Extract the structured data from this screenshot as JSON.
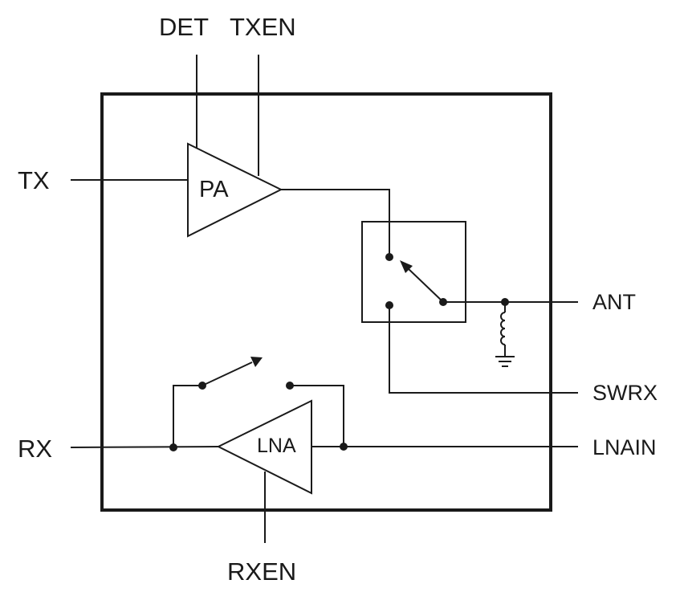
{
  "pins": {
    "det": "DET",
    "txen": "TXEN",
    "tx": "TX",
    "ant": "ANT",
    "swrx": "SWRX",
    "rx": "RX",
    "lnain": "LNAIN",
    "rxen": "RXEN"
  },
  "blocks": {
    "pa": "PA",
    "lna": "LNA"
  },
  "colors": {
    "line": "#1a1a1a",
    "background": "#ffffff"
  }
}
